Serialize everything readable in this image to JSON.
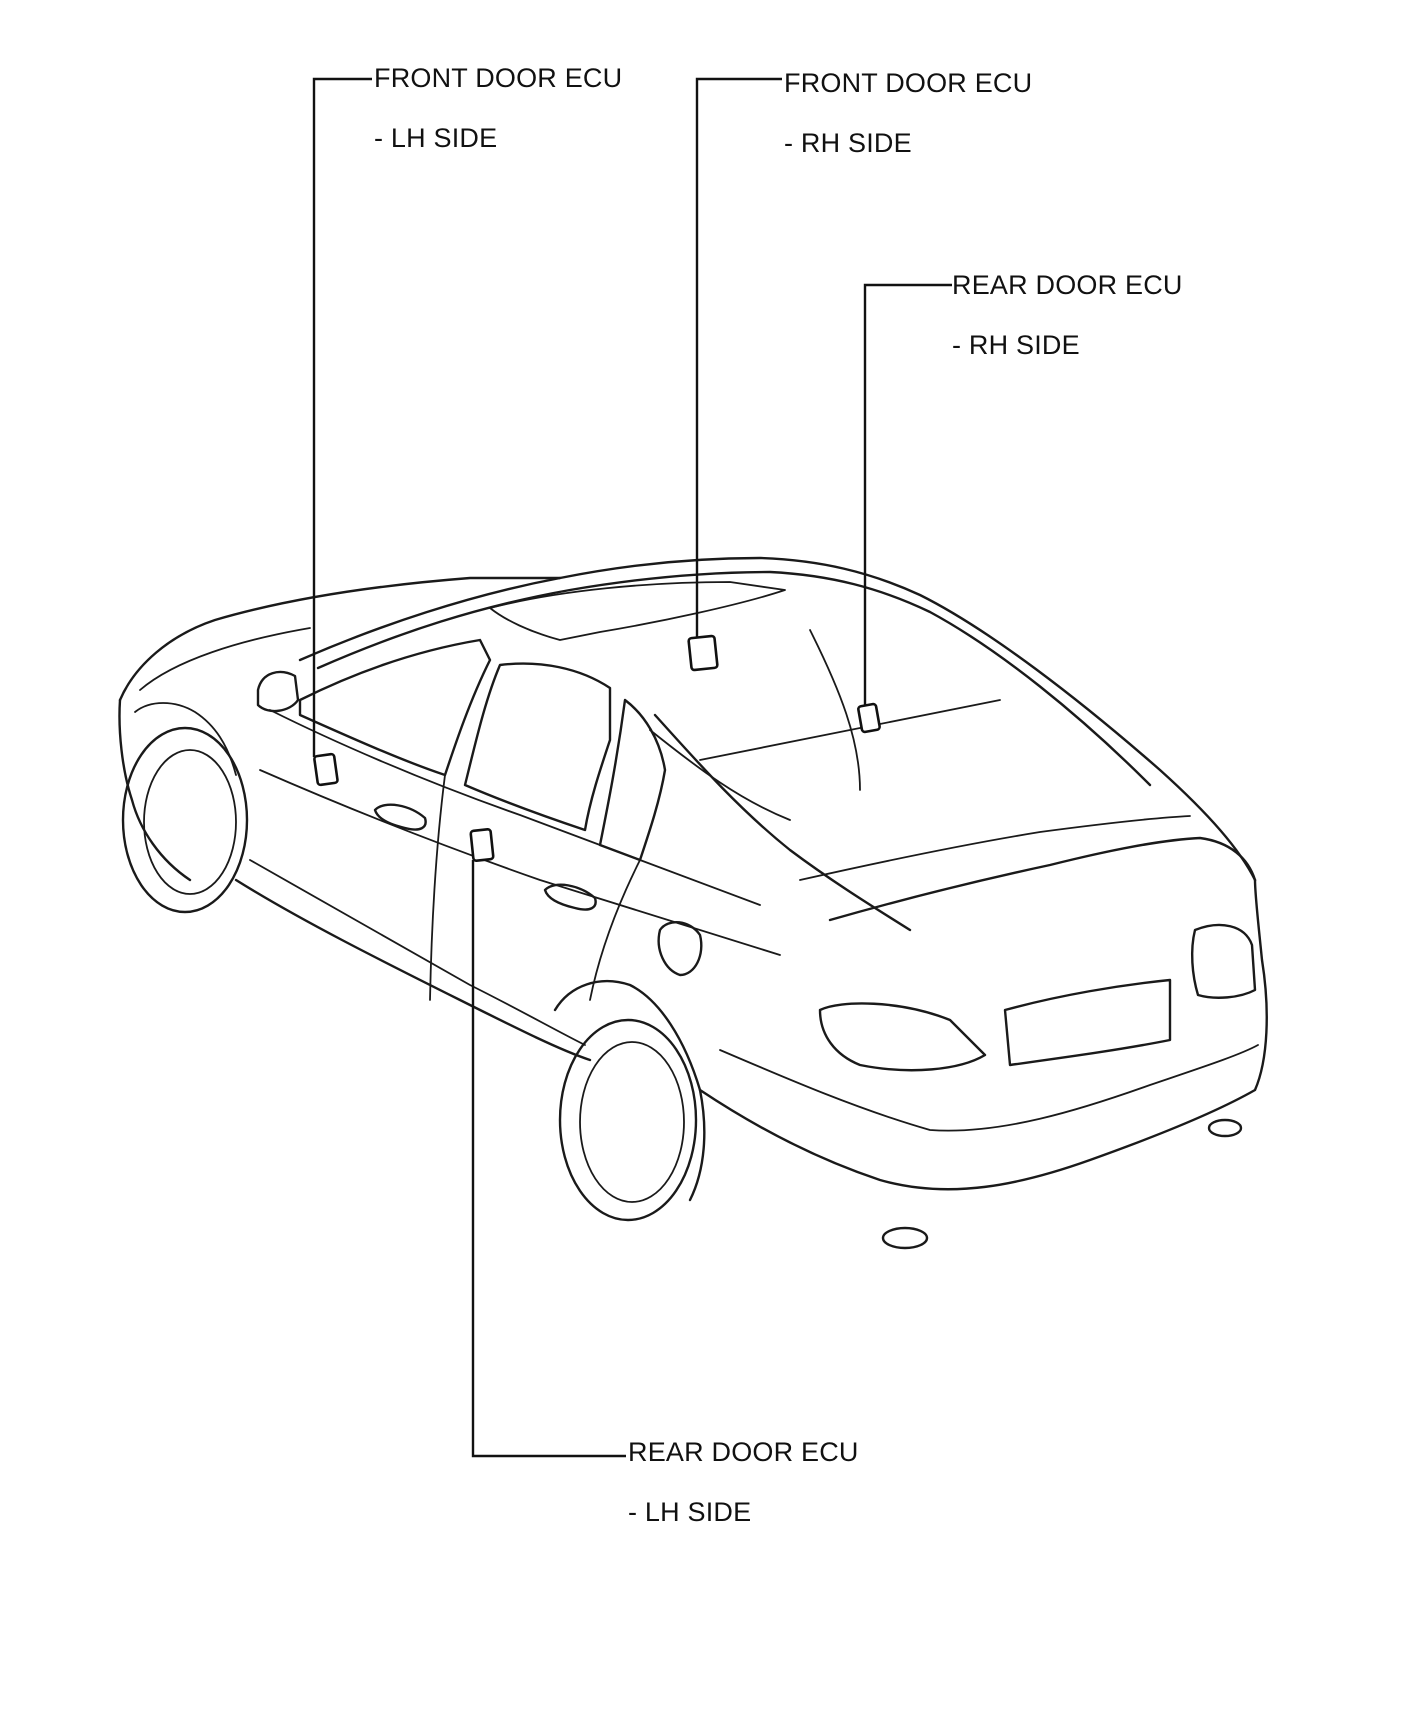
{
  "callouts": {
    "front_lh": {
      "name": "FRONT DOOR ECU",
      "side": "- LH SIDE"
    },
    "front_rh": {
      "name": "FRONT DOOR ECU",
      "side": "- RH SIDE"
    },
    "rear_rh": {
      "name": "REAR DOOR ECU",
      "side": "- RH SIDE"
    },
    "rear_lh": {
      "name": "REAR DOOR ECU",
      "side": "- LH SIDE"
    }
  },
  "colors": {
    "line": "#1a1a1a",
    "background": "#ffffff"
  }
}
